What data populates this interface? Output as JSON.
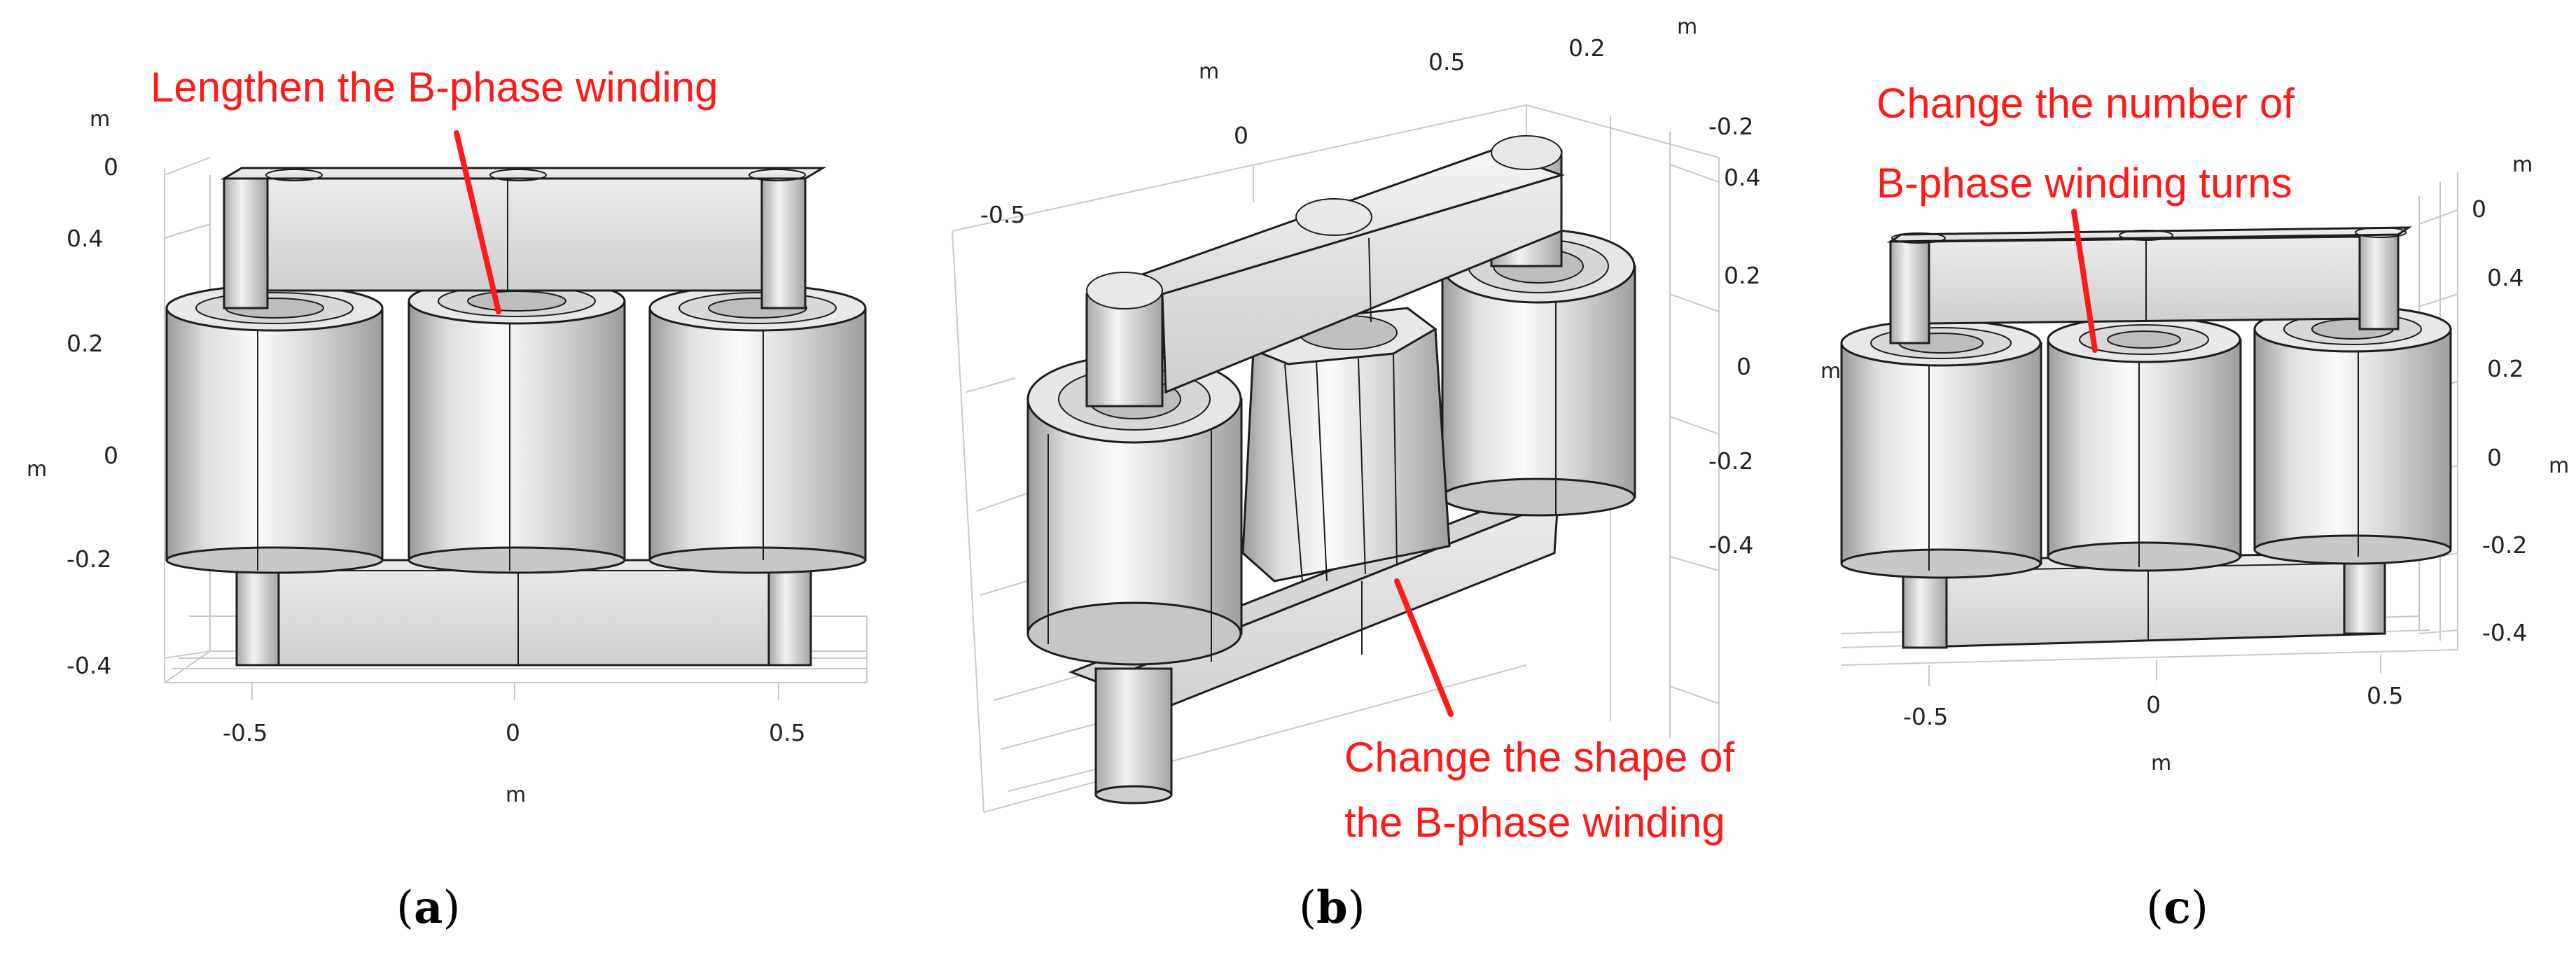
{
  "figure": {
    "panels": [
      {
        "id": "a",
        "caption": "(a)",
        "annotation_lines": [
          "Lengthen the B-phase winding"
        ],
        "axis_unit": "m",
        "x_ticks": [
          "-0.5",
          "0",
          "0.5"
        ],
        "y_ticks": [
          "0",
          "0.4",
          "0.2",
          "0",
          "-0.2",
          "-0.4"
        ]
      },
      {
        "id": "b",
        "caption": "(b)",
        "annotation_lines": [
          "Change the shape of",
          "the B-phase winding"
        ],
        "axis_unit": "m",
        "x_ticks": [
          "-0.5",
          "0",
          "0.5",
          "0.2"
        ],
        "y_ticks": [
          "-0.2",
          "0.4",
          "0.2",
          "0",
          "-0.2",
          "-0.4"
        ]
      },
      {
        "id": "c",
        "caption": "(c)",
        "annotation_lines": [
          "Change the number of",
          "B-phase winding turns"
        ],
        "axis_unit": "m",
        "x_ticks": [
          "-0.5",
          "0",
          "0.5"
        ],
        "y_ticks": [
          "0",
          "0.4",
          "0.2",
          "0",
          "-0.2",
          "-0.4"
        ]
      }
    ],
    "colors": {
      "annotation": "#ff1a1a",
      "surface": "#e4e4e4",
      "edge": "#1e1e1e",
      "grid": "#c8c8c8"
    }
  }
}
